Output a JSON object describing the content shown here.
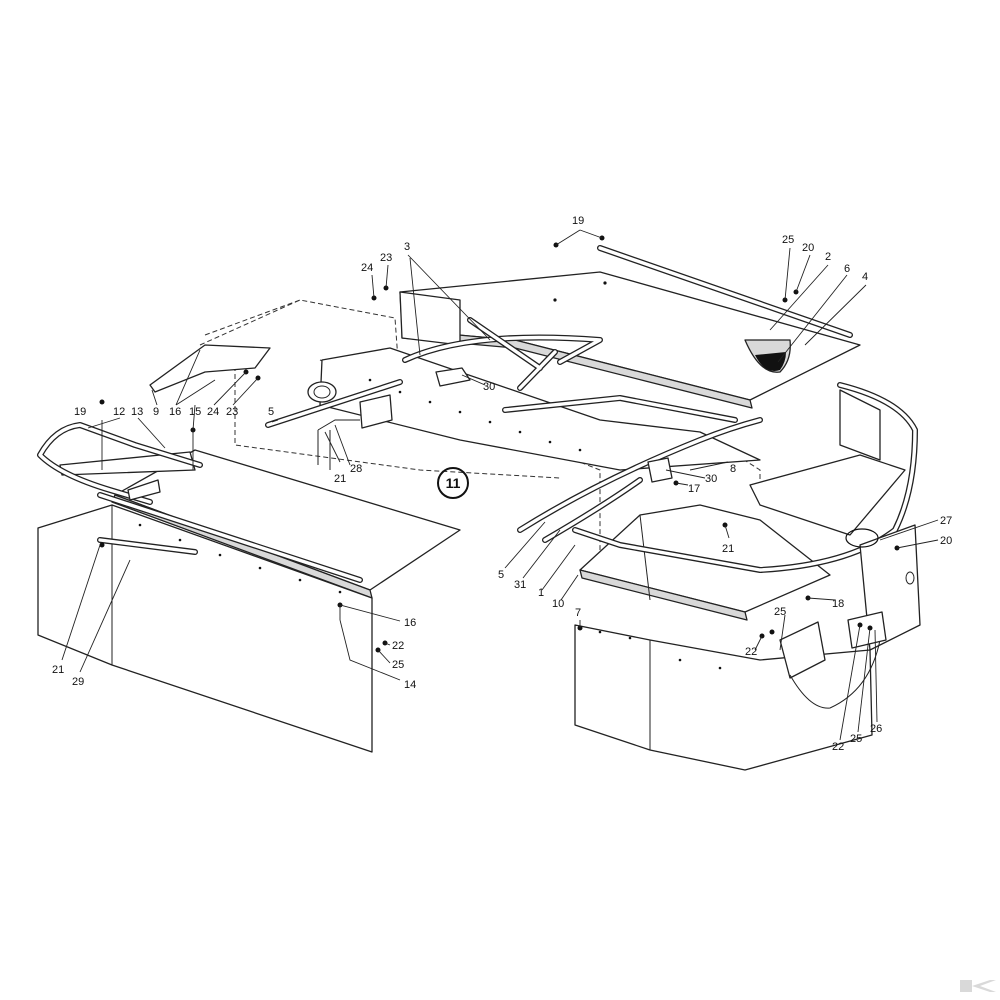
{
  "diagram": {
    "section_number": "11",
    "labels": [
      {
        "id": "l19a",
        "text": "19"
      },
      {
        "id": "l25a",
        "text": "25"
      },
      {
        "id": "l20a",
        "text": "20"
      },
      {
        "id": "l2",
        "text": "2"
      },
      {
        "id": "l6",
        "text": "6"
      },
      {
        "id": "l4",
        "text": "4"
      },
      {
        "id": "l24a",
        "text": "24"
      },
      {
        "id": "l23a",
        "text": "23"
      },
      {
        "id": "l3",
        "text": "3"
      },
      {
        "id": "l30a",
        "text": "30"
      },
      {
        "id": "l19b",
        "text": "19"
      },
      {
        "id": "l12",
        "text": "12"
      },
      {
        "id": "l13",
        "text": "13"
      },
      {
        "id": "l9",
        "text": "9"
      },
      {
        "id": "l16a",
        "text": "16"
      },
      {
        "id": "l15",
        "text": "15"
      },
      {
        "id": "l24b",
        "text": "24"
      },
      {
        "id": "l23b",
        "text": "23"
      },
      {
        "id": "l5a",
        "text": "5"
      },
      {
        "id": "l21a",
        "text": "21"
      },
      {
        "id": "l28",
        "text": "28"
      },
      {
        "id": "l8",
        "text": "8"
      },
      {
        "id": "l17",
        "text": "17"
      },
      {
        "id": "l30b",
        "text": "30"
      },
      {
        "id": "l27",
        "text": "27"
      },
      {
        "id": "l20b",
        "text": "20"
      },
      {
        "id": "l21b",
        "text": "21"
      },
      {
        "id": "l5b",
        "text": "5"
      },
      {
        "id": "l31",
        "text": "31"
      },
      {
        "id": "l1",
        "text": "1"
      },
      {
        "id": "l10",
        "text": "10"
      },
      {
        "id": "l7",
        "text": "7"
      },
      {
        "id": "l18",
        "text": "18"
      },
      {
        "id": "l25b",
        "text": "25"
      },
      {
        "id": "l22a",
        "text": "22"
      },
      {
        "id": "l22b",
        "text": "22"
      },
      {
        "id": "l25c",
        "text": "25"
      },
      {
        "id": "l26",
        "text": "26"
      },
      {
        "id": "l16b",
        "text": "16"
      },
      {
        "id": "l22c",
        "text": "22"
      },
      {
        "id": "l25d",
        "text": "25"
      },
      {
        "id": "l14",
        "text": "14"
      },
      {
        "id": "l21c",
        "text": "21"
      },
      {
        "id": "l29",
        "text": "29"
      }
    ]
  },
  "colors": {
    "line": "#222222",
    "panel_shade": "#d9d9d9",
    "background": "#ffffff"
  },
  "watermark_icon": "brand-k-icon"
}
